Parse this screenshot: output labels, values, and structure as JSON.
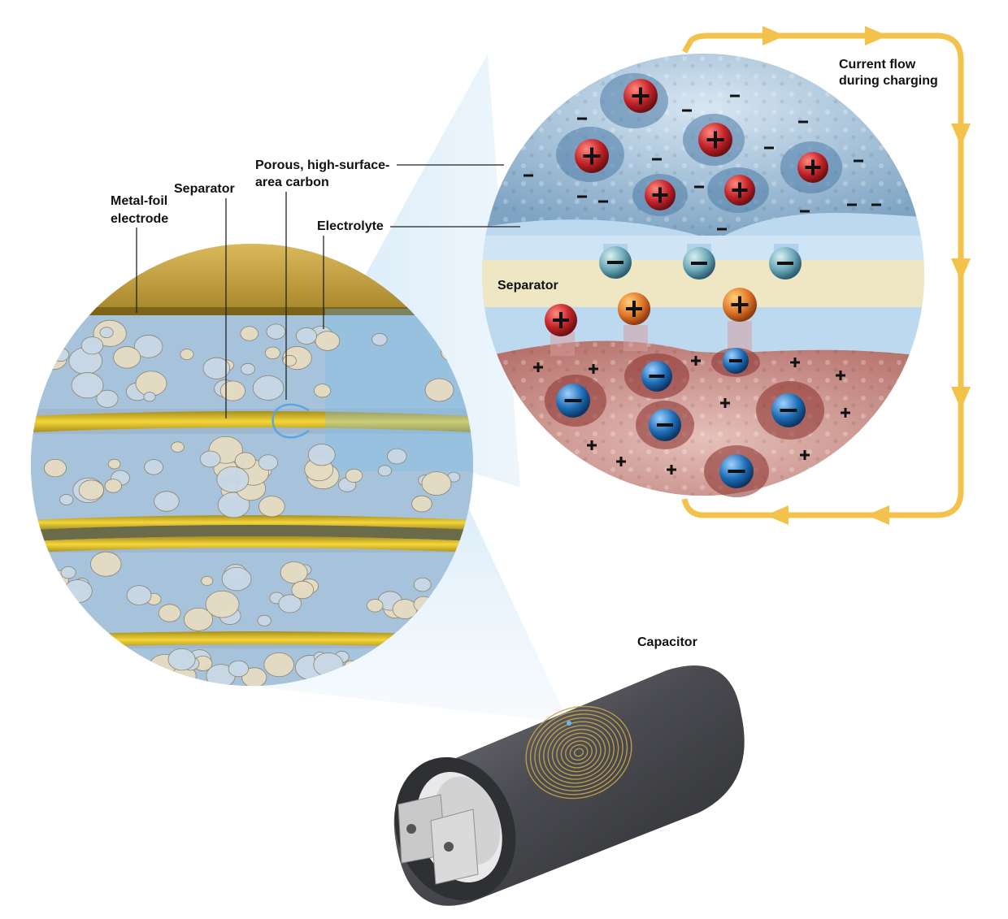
{
  "labels": {
    "metal_foil": [
      "Metal-foil",
      "electrode"
    ],
    "separator_left": "Separator",
    "porous_carbon": [
      "Porous, high-surface-",
      "area carbon"
    ],
    "electrolyte": "Electrolyte",
    "separator_right": "Separator",
    "current_flow": [
      "Current flow",
      "during charging"
    ],
    "capacitor": "Capacitor"
  },
  "colors": {
    "current_arrow": "#f2c24b",
    "negative_electrode": "#8fb3cf",
    "positive_electrode": "#c9847e",
    "separator_band": "#efe6c4",
    "electrolyte": "#bcd9f0",
    "foil_gold": "#e8c624",
    "cation_red": "#c3242a",
    "anion_blue": "#1f6fb8",
    "capacitor_body": "#4a4b50"
  },
  "icons": {
    "cation": "plus-ion-icon",
    "anion": "minus-ion-icon",
    "arrow": "arrow-right-icon"
  }
}
